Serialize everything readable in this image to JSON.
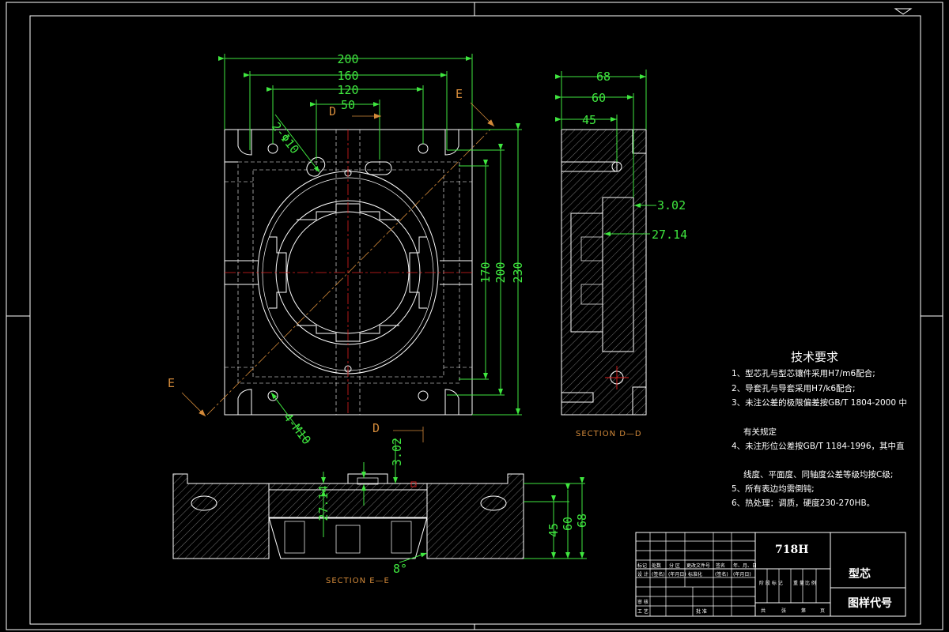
{
  "colors": {
    "background": "#000000",
    "outline": "#ffffff",
    "dimension": "#3fe63f",
    "section_label": "#d38a3a",
    "centerline": "#e02020"
  },
  "dimensions": {
    "d200": "200",
    "d160": "160",
    "d120": "120",
    "d50": "50",
    "d230": "230",
    "d200v": "200",
    "d170": "170",
    "d68": "68",
    "d60": "60",
    "d45": "45",
    "d3_02": "3.02",
    "d27_14": "27.14",
    "v3_02": "3.02",
    "v27_14": "27.14",
    "v45": "45",
    "v60": "60",
    "v68": "68",
    "angle8": "8°"
  },
  "callouts": {
    "holes_phi10": "2-Φ10",
    "threads_m10": "4-M10"
  },
  "section_marks": {
    "e_top": "E",
    "e_bottom": "E",
    "d_top": "D",
    "d_bottom": "D"
  },
  "section_titles": {
    "dd": "SECTION D—D",
    "ee": "SECTION E—E"
  },
  "tech_requirements": {
    "title": "技术要求",
    "items": [
      "1、型芯孔与型芯镶件采用H7/m6配合;",
      "2、导套孔与导套采用H7/k6配合;",
      "3、未注公差的极限偏差按GB/T 1804-2000 中",
      "有关规定",
      "4、未注形位公差按GB/T 1184-1996，其中直",
      "线度、平面度、同轴度公差等级均按C级;",
      "5、所有表边均需倒钝;",
      "6、热处理：调质，硬度230-270HB。"
    ]
  },
  "title_block": {
    "material": "718H",
    "part_name": "型芯",
    "drawing_code": "图样代号",
    "row_labels": [
      "标记",
      "处数",
      "分 区",
      "更改文件号",
      "签名",
      "年、月、日"
    ],
    "design_row": [
      "设 计",
      "(签名)",
      "(年月日)",
      "标准化",
      "(签名)",
      "(年月日)"
    ],
    "stage_labels": [
      "阶 段 标 记",
      "重 量",
      "比 例"
    ],
    "review_label": "审 核",
    "process_label": "工 艺",
    "approve_label": "批 准",
    "sheet_labels": [
      "共",
      "张",
      "第",
      "页"
    ]
  }
}
